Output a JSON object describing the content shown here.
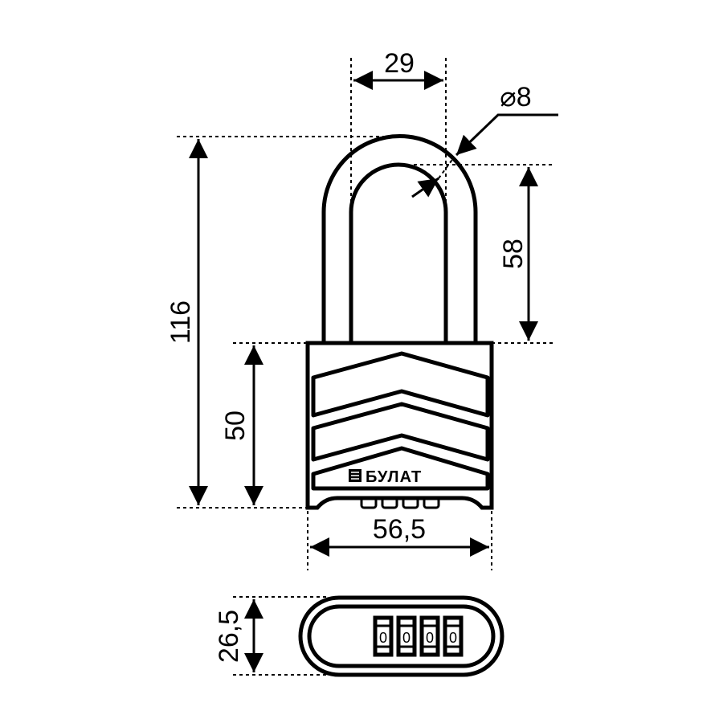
{
  "drawing": {
    "dimensions": {
      "shackle_inner_width": "29",
      "shackle_diameter": "⌀8",
      "total_height": "116",
      "shackle_clearance": "58",
      "body_height": "50",
      "body_width": "56,5",
      "body_thickness": "26,5"
    },
    "brand": "БУЛАТ",
    "combination_digits": [
      "0",
      "0",
      "0",
      "0"
    ]
  }
}
